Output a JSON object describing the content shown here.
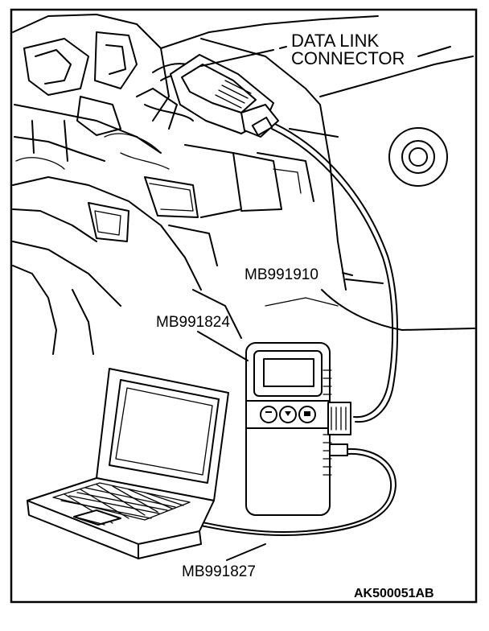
{
  "labels": {
    "connector_line1": "DATA LINK",
    "connector_line2": "CONNECTOR",
    "cable_tool": "MB991910",
    "interface_tool": "MB991824",
    "usb_cable": "MB991827",
    "figure_code": "AK500051AB"
  }
}
